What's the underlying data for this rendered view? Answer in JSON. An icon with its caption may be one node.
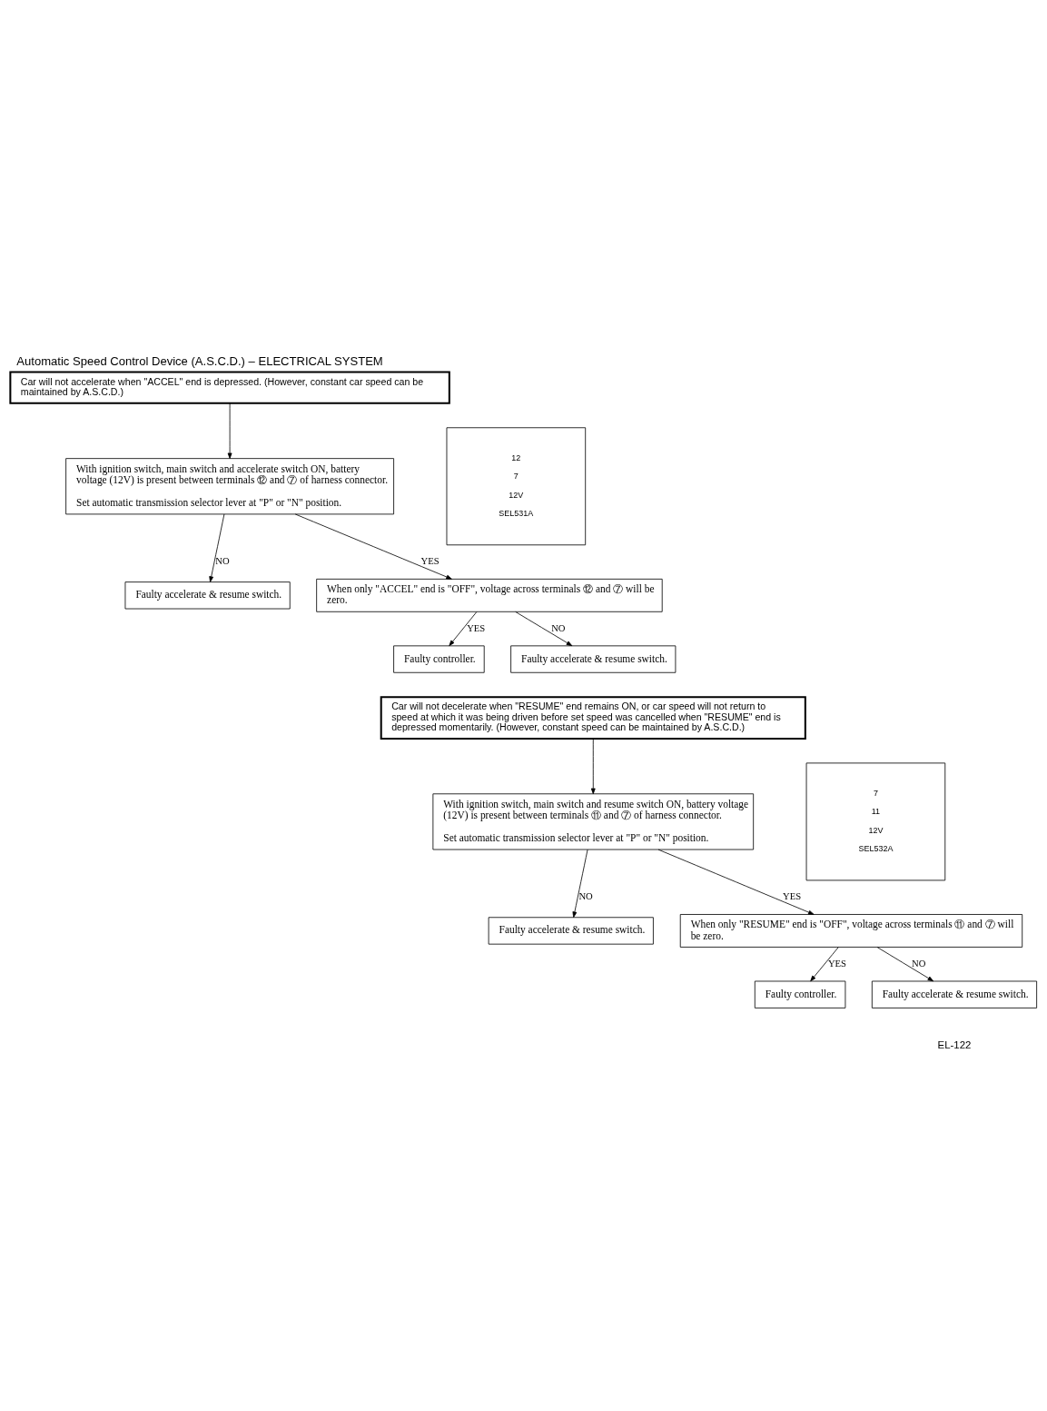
{
  "diagram": {
    "title": "Automatic Speed Control Device (A.S.C.D.) – ELECTRICAL SYSTEM",
    "nodes": [
      {
        "text": [
          "Car will not accelerate when \"ACCEL\" end is depressed. (However, constant car speed can be maintained by A.S.C.D.)"
        ]
      },
      {
        "text": [
          "With ignition switch, main switch and accelerate switch ON, battery voltage (12V) is present between terminals ⑫ and ⑦ of harness connector.",
          "Set automatic transmission selector lever at \"P\" or \"N\" position."
        ]
      },
      {
        "text": [
          "12",
          "7",
          "12V",
          "SEL531A"
        ]
      },
      {
        "text": [
          "Faulty accelerate & resume switch."
        ]
      },
      {
        "text": [
          "When only \"ACCEL\" end is \"OFF\", voltage across terminals ⑫ and ⑦ will be zero."
        ]
      },
      {
        "text": [
          "Faulty controller."
        ]
      },
      {
        "text": [
          "Faulty accelerate & resume switch."
        ]
      },
      {
        "text": [
          "Car will not decelerate when \"RESUME\" end remains ON, or car speed will not return to speed at which it was being driven before set speed was cancelled when \"RESUME\" end is depressed momentarily. (However, constant speed can be maintained by A.S.C.D.)"
        ]
      },
      {
        "text": [
          "With ignition switch, main switch and resume switch ON, battery voltage (12V) is present between terminals ⑪ and ⑦ of harness connector.",
          "Set automatic transmission selector lever at \"P\" or \"N\" position."
        ]
      },
      {
        "text": [
          "7",
          "11",
          "12V",
          "SEL532A"
        ]
      },
      {
        "text": [
          "Faulty accelerate & resume switch."
        ]
      },
      {
        "text": [
          "When only \"RESUME\" end is \"OFF\", voltage across terminals ⑪ and ⑦ will be zero."
        ]
      },
      {
        "text": [
          "Faulty controller."
        ]
      },
      {
        "text": [
          "Faulty accelerate & resume switch."
        ]
      }
    ],
    "edges": [
      {
        "from": 0,
        "to": 1,
        "arrow": "to"
      },
      {
        "from": 1,
        "to": 4,
        "label": "YES",
        "arrow": "to"
      },
      {
        "from": 1,
        "to": 3,
        "label": "NO",
        "arrow": "to"
      },
      {
        "from": 4,
        "to": 5,
        "label": "YES",
        "arrow": "to"
      },
      {
        "from": 4,
        "to": 6,
        "label": "NO",
        "arrow": "to"
      },
      {
        "from": 7,
        "to": 8,
        "arrow": "to"
      },
      {
        "from": 8,
        "to": 11,
        "label": "YES",
        "arrow": "to"
      },
      {
        "from": 8,
        "to": 10,
        "label": "NO",
        "arrow": "to"
      },
      {
        "from": 11,
        "to": 12,
        "label": "YES",
        "arrow": "to"
      },
      {
        "from": 11,
        "to": 13,
        "label": "NO",
        "arrow": "to"
      }
    ],
    "labels": [
      "EL-122"
    ]
  }
}
